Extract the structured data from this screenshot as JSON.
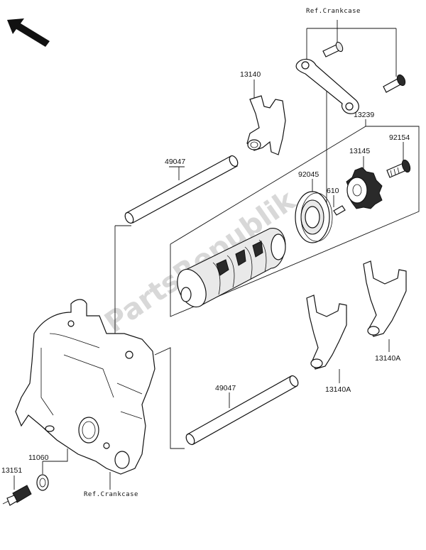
{
  "labels": {
    "ref_crankcase_top": "Ref.Crankcase",
    "ref_crankcase_bottom": "Ref.Crankcase",
    "p13140": "13140",
    "p13239": "13239",
    "p92154": "92154",
    "p13145": "13145",
    "p49047_top": "49047",
    "p92045": "92045",
    "p610": "610",
    "p49047_bottom": "49047",
    "p13140A_right": "13140A",
    "p13140A_left": "13140A",
    "p11060": "11060",
    "p13151": "13151"
  },
  "watermark": "PartsRepublik"
}
